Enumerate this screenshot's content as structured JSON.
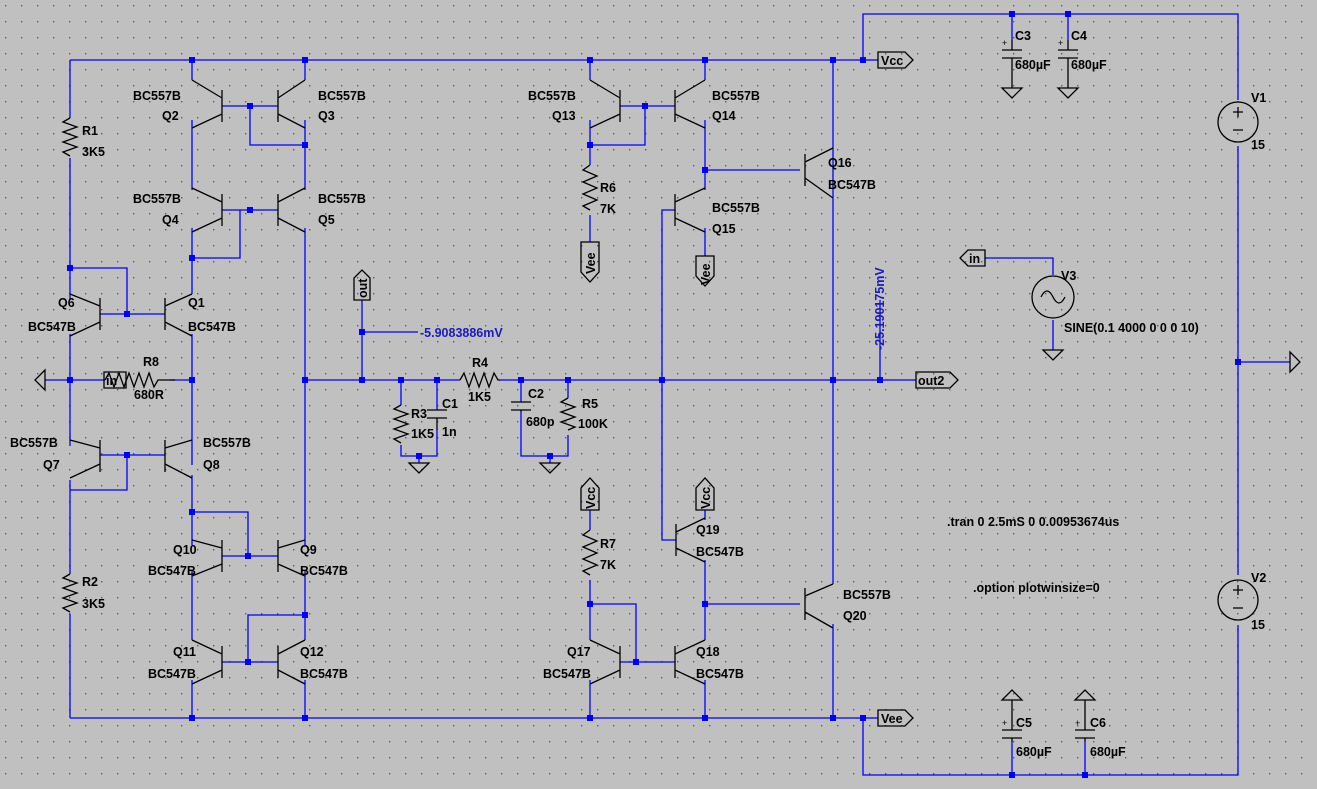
{
  "colors": {
    "background": "#c0c0c0",
    "wire": "#0000ff",
    "component": "#000000",
    "probe_text": "#1a1ac0"
  },
  "transistors": [
    {
      "ref": "Q1",
      "model": "BC547B"
    },
    {
      "ref": "Q2",
      "model": "BC557B"
    },
    {
      "ref": "Q3",
      "model": "BC557B"
    },
    {
      "ref": "Q4",
      "model": "BC557B"
    },
    {
      "ref": "Q5",
      "model": "BC557B"
    },
    {
      "ref": "Q6",
      "model": "BC547B"
    },
    {
      "ref": "Q7",
      "model": "BC557B"
    },
    {
      "ref": "Q8",
      "model": "BC557B"
    },
    {
      "ref": "Q9",
      "model": "BC547B"
    },
    {
      "ref": "Q10",
      "model": "BC547B"
    },
    {
      "ref": "Q11",
      "model": "BC547B"
    },
    {
      "ref": "Q12",
      "model": "BC547B"
    },
    {
      "ref": "Q13",
      "model": "BC557B"
    },
    {
      "ref": "Q14",
      "model": "BC557B"
    },
    {
      "ref": "Q15",
      "model": "BC557B"
    },
    {
      "ref": "Q16",
      "model": "BC547B"
    },
    {
      "ref": "Q17",
      "model": "BC547B"
    },
    {
      "ref": "Q18",
      "model": "BC547B"
    },
    {
      "ref": "Q19",
      "model": "BC547B"
    },
    {
      "ref": "Q20",
      "model": "BC557B"
    }
  ],
  "resistors": [
    {
      "ref": "R1",
      "value": "3K5"
    },
    {
      "ref": "R2",
      "value": "3K5"
    },
    {
      "ref": "R3",
      "value": "1K5"
    },
    {
      "ref": "R4",
      "value": "1K5"
    },
    {
      "ref": "R5",
      "value": "100K"
    },
    {
      "ref": "R6",
      "value": "7K"
    },
    {
      "ref": "R7",
      "value": "7K"
    },
    {
      "ref": "R8",
      "value": "680R"
    }
  ],
  "capacitors": [
    {
      "ref": "C1",
      "value": "1n"
    },
    {
      "ref": "C2",
      "value": "680p"
    },
    {
      "ref": "C3",
      "value": "680µF"
    },
    {
      "ref": "C4",
      "value": "680µF"
    },
    {
      "ref": "C5",
      "value": "680µF"
    },
    {
      "ref": "C6",
      "value": "680µF"
    }
  ],
  "sources": [
    {
      "ref": "V1",
      "value": "15"
    },
    {
      "ref": "V2",
      "value": "15"
    },
    {
      "ref": "V3",
      "value": "SINE(0.1 4000 0 0 0 10)"
    }
  ],
  "net_labels": {
    "vcc": "Vcc",
    "vee": "Vee",
    "in": "in",
    "out": "out",
    "out2": "out2"
  },
  "probes": {
    "out_voltage": "-5.9083886mV",
    "out2_voltage": "-25.190175mV"
  },
  "directives": {
    "tran": ".tran 0 2.5mS 0 0.00953674us",
    "option": ".option plotwinsize=0"
  }
}
